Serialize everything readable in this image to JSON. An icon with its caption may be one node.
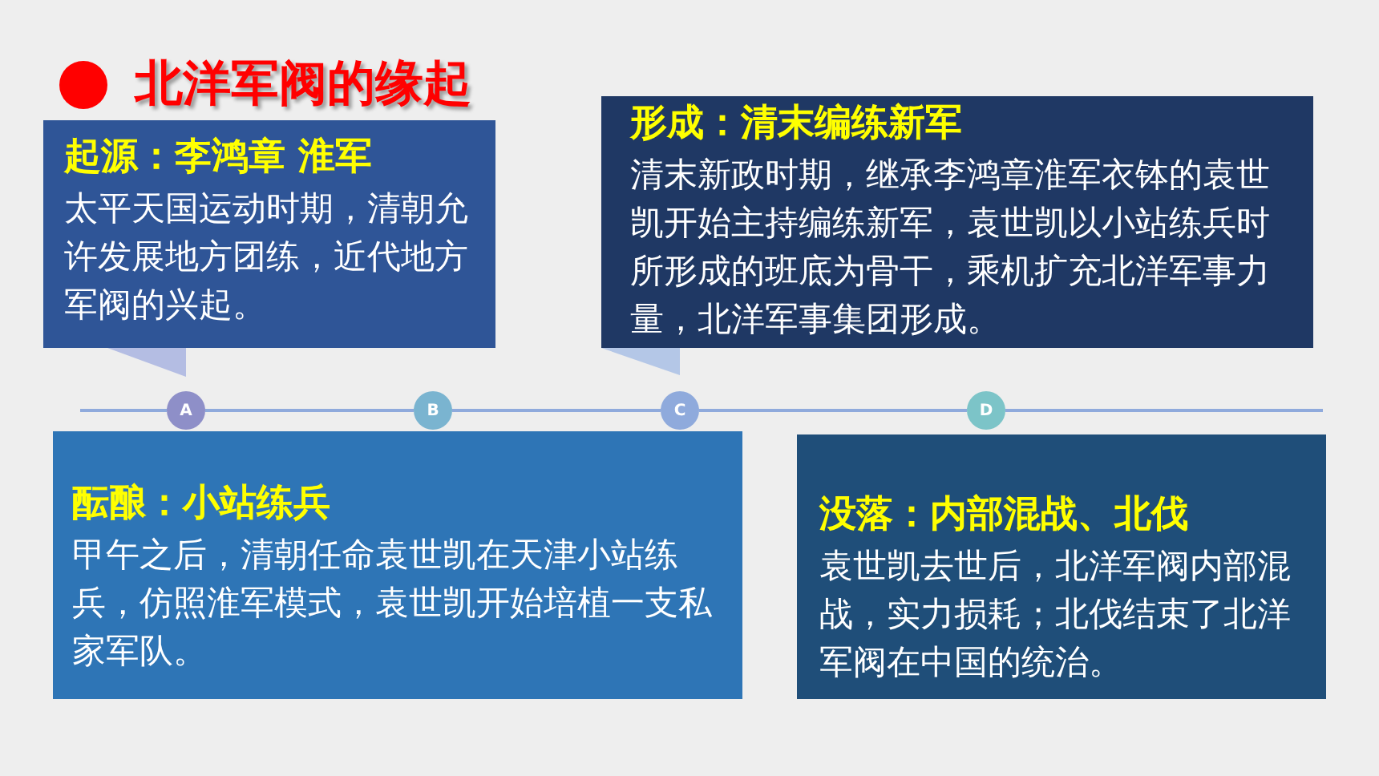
{
  "diagram": {
    "title": "北洋军阀的缘起",
    "nodes": [
      {
        "text": [
          "起源：李鸿章 淮军",
          "太平天国运动时期，清朝允许发展地方团练，近代地方军阀的兴起。"
        ]
      },
      {
        "text": [
          "形成：清末编练新军",
          "清末新政时期，继承李鸿章淮军衣钵的袁世凯开始主持编练新军，袁世凯以小站练兵时所形成的班底为骨干，乘机扩充北洋军事力量，北洋军事集团形成。"
        ]
      },
      {
        "text": [
          "酝酿：小站练兵",
          "甲午之后，清朝任命袁世凯在天津小站练兵，仿照淮军模式，袁世凯开始培植一支私家军队。"
        ]
      },
      {
        "text": [
          "没落：内部混战、北伐",
          "袁世凯去世后，北洋军阀内部混战，实力损耗；北伐结束了北洋军阀在中国的统治。"
        ]
      },
      {
        "text": [
          "A"
        ]
      },
      {
        "text": [
          "B"
        ]
      },
      {
        "text": [
          "C"
        ]
      },
      {
        "text": [
          "D"
        ]
      }
    ],
    "edges": [
      {
        "from": 4,
        "to": 5,
        "arrow": "none"
      },
      {
        "from": 5,
        "to": 6,
        "arrow": "none"
      },
      {
        "from": 6,
        "to": 7,
        "arrow": "none"
      }
    ]
  }
}
